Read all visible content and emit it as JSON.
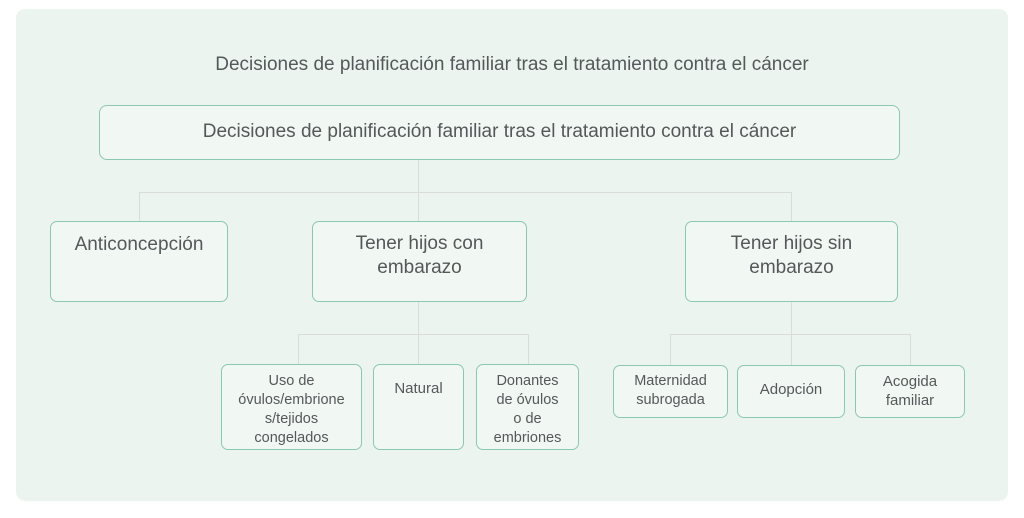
{
  "title": "Decisiones de planificación familiar tras el tratamiento contra el cáncer",
  "tree": {
    "root": {
      "label": "Decisiones de planificación familiar tras el tratamiento contra el cáncer",
      "children": [
        {
          "id": "anticoncepcion",
          "label": "Anticoncepción",
          "children": []
        },
        {
          "id": "tener_hijos_con_embarazo",
          "label": "Tener hijos con\nembarazo",
          "children": [
            {
              "id": "uso_ovulos_embriones_tejidos_congelados",
              "label": "Uso de\nóvulos/embrione\ns/tejidos\ncongelados"
            },
            {
              "id": "natural",
              "label": "Natural"
            },
            {
              "id": "donantes_ovulos_embriones",
              "label": "Donantes\nde óvulos\no de\nembriones"
            }
          ]
        },
        {
          "id": "tener_hijos_sin_embarazo",
          "label": "Tener hijos sin\nembarazo",
          "children": [
            {
              "id": "maternidad_subrogada",
              "label": "Maternidad\nsubrogada"
            },
            {
              "id": "adopcion",
              "label": "Adopción"
            },
            {
              "id": "acogida_familiar",
              "label": "Acogida\nfamiliar"
            }
          ]
        }
      ]
    }
  },
  "colors": {
    "page_bg": "#ffffff",
    "panel_bg": "#ecf4f0",
    "box_bg": "#f1f8f4",
    "box_border": "#8ac9ad",
    "text": "#55585a",
    "connector": "#d9dbdd"
  }
}
